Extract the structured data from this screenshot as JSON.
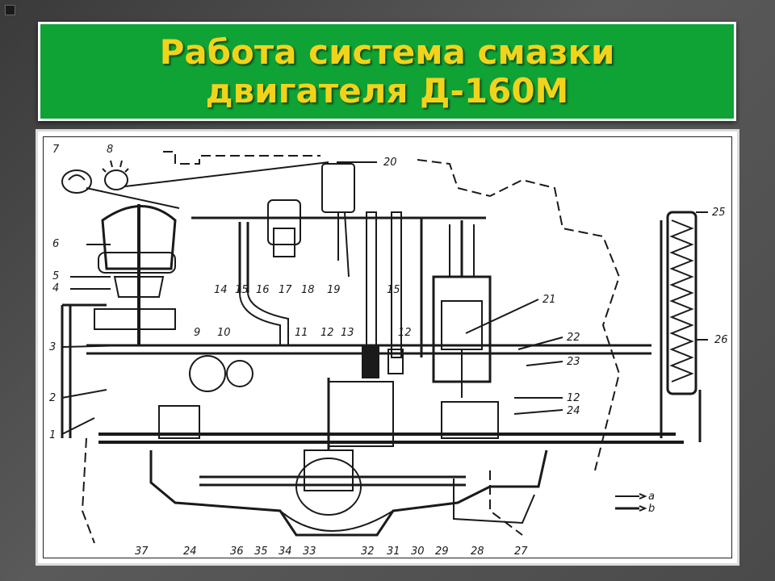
{
  "title": {
    "line1": "Работа система смазки",
    "line2": "двигателя Д-160М"
  },
  "legend": {
    "a": "a",
    "b": "b"
  },
  "callouts": [
    "1",
    "2",
    "3",
    "4",
    "5",
    "6",
    "7",
    "8",
    "9",
    "10",
    "11",
    "12",
    "13",
    "14",
    "15",
    "16",
    "17",
    "18",
    "19",
    "20",
    "21",
    "22",
    "23",
    "24",
    "25",
    "26",
    "27",
    "28",
    "29",
    "30",
    "31",
    "32",
    "33",
    "34",
    "35",
    "36",
    "37"
  ],
  "colors": {
    "banner": "#0fa235",
    "title_text": "#f2d31c",
    "line": "#1a1a1a"
  }
}
